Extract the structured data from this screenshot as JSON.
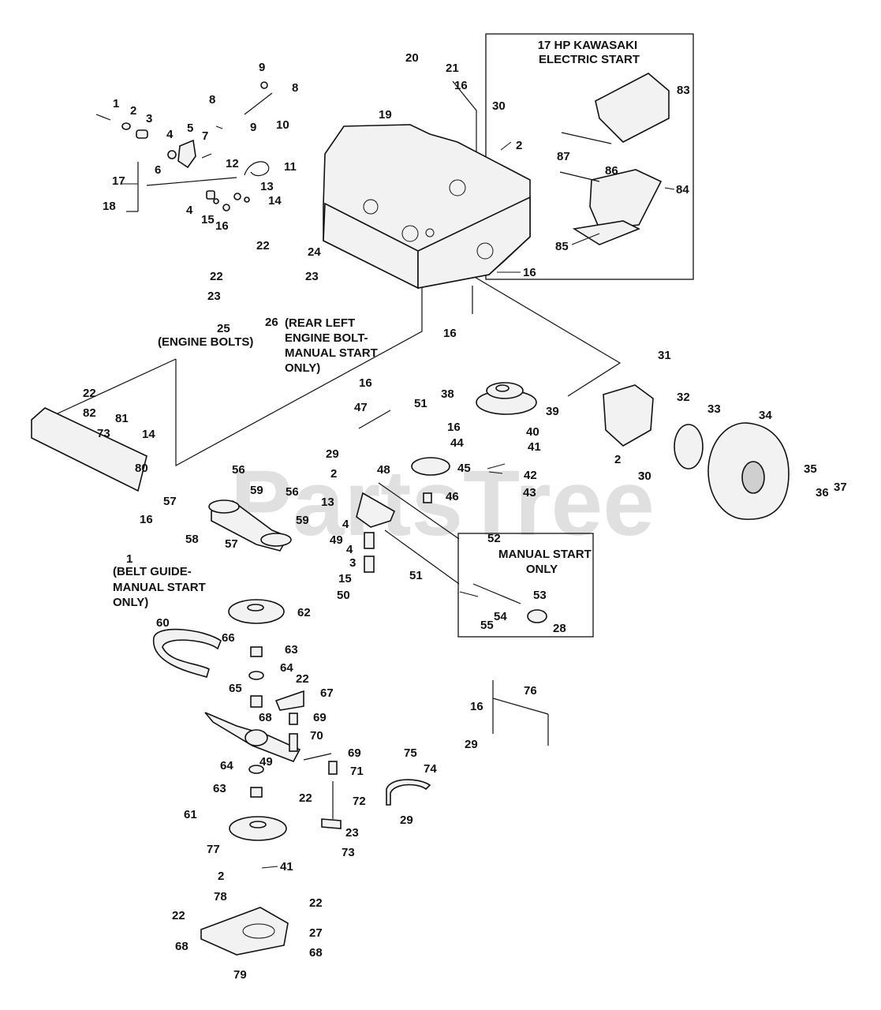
{
  "watermark": "PartsTree",
  "trademark": "™",
  "notes": {
    "kawasaki": [
      "17 HP KAWASAKI",
      "ELECTRIC START"
    ],
    "engine_bolts": "(ENGINE BOLTS)",
    "rear_left": [
      "(REAR LEFT",
      "ENGINE BOLT-",
      "MANUAL START",
      "ONLY)"
    ],
    "belt_guide": [
      "(BELT GUIDE-",
      "MANUAL START",
      "ONLY)"
    ],
    "manual_start": [
      "MANUAL START",
      "ONLY"
    ]
  },
  "callouts": [
    {
      "id": "c1",
      "label": "1"
    },
    {
      "id": "c2",
      "label": "2"
    },
    {
      "id": "c3",
      "label": "3"
    },
    {
      "id": "c4",
      "label": "4"
    },
    {
      "id": "c5",
      "label": "5"
    },
    {
      "id": "c6",
      "label": "6"
    },
    {
      "id": "c7",
      "label": "7"
    },
    {
      "id": "c8a",
      "label": "8"
    },
    {
      "id": "c8b",
      "label": "8"
    },
    {
      "id": "c9a",
      "label": "9"
    },
    {
      "id": "c9b",
      "label": "9"
    },
    {
      "id": "c10",
      "label": "10"
    },
    {
      "id": "c11",
      "label": "11"
    },
    {
      "id": "c12",
      "label": "12"
    },
    {
      "id": "c13",
      "label": "13"
    },
    {
      "id": "c14",
      "label": "14"
    },
    {
      "id": "c15",
      "label": "15"
    },
    {
      "id": "c16a",
      "label": "16"
    },
    {
      "id": "c17",
      "label": "17"
    },
    {
      "id": "c18",
      "label": "18"
    },
    {
      "id": "c4b",
      "label": "4"
    },
    {
      "id": "c19",
      "label": "19"
    },
    {
      "id": "c20",
      "label": "20"
    },
    {
      "id": "c21",
      "label": "21"
    },
    {
      "id": "c16b",
      "label": "16"
    },
    {
      "id": "c30a",
      "label": "30"
    },
    {
      "id": "c2b",
      "label": "2"
    },
    {
      "id": "c83",
      "label": "83"
    },
    {
      "id": "c87",
      "label": "87"
    },
    {
      "id": "c86",
      "label": "86"
    },
    {
      "id": "c84",
      "label": "84"
    },
    {
      "id": "c85",
      "label": "85"
    },
    {
      "id": "c16c",
      "label": "16"
    },
    {
      "id": "c22a",
      "label": "22"
    },
    {
      "id": "c24",
      "label": "24"
    },
    {
      "id": "c22b",
      "label": "22"
    },
    {
      "id": "c23a",
      "label": "23"
    },
    {
      "id": "c23b",
      "label": "23"
    },
    {
      "id": "c25",
      "label": "25"
    },
    {
      "id": "c26",
      "label": "26"
    },
    {
      "id": "c16d",
      "label": "16"
    },
    {
      "id": "c22c",
      "label": "22"
    },
    {
      "id": "c82",
      "label": "82"
    },
    {
      "id": "c81",
      "label": "81"
    },
    {
      "id": "c73a",
      "label": "73"
    },
    {
      "id": "c14b",
      "label": "14"
    },
    {
      "id": "c80",
      "label": "80"
    },
    {
      "id": "c16e",
      "label": "16"
    },
    {
      "id": "c47",
      "label": "47"
    },
    {
      "id": "c51a",
      "label": "51"
    },
    {
      "id": "c38",
      "label": "38"
    },
    {
      "id": "c39",
      "label": "39"
    },
    {
      "id": "c16f",
      "label": "16"
    },
    {
      "id": "c44",
      "label": "44"
    },
    {
      "id": "c40",
      "label": "40"
    },
    {
      "id": "c41a",
      "label": "41"
    },
    {
      "id": "c45",
      "label": "45"
    },
    {
      "id": "c42",
      "label": "42"
    },
    {
      "id": "c43",
      "label": "43"
    },
    {
      "id": "c46",
      "label": "46"
    },
    {
      "id": "c31",
      "label": "31"
    },
    {
      "id": "c32",
      "label": "32"
    },
    {
      "id": "c33",
      "label": "33"
    },
    {
      "id": "c34",
      "label": "34"
    },
    {
      "id": "c2c",
      "label": "2"
    },
    {
      "id": "c30b",
      "label": "30"
    },
    {
      "id": "c35",
      "label": "35"
    },
    {
      "id": "c36",
      "label": "36"
    },
    {
      "id": "c37",
      "label": "37"
    },
    {
      "id": "c29a",
      "label": "29"
    },
    {
      "id": "c2d",
      "label": "2"
    },
    {
      "id": "c48",
      "label": "48"
    },
    {
      "id": "c13b",
      "label": "13"
    },
    {
      "id": "c4c",
      "label": "4"
    },
    {
      "id": "c49a",
      "label": "49"
    },
    {
      "id": "c4d",
      "label": "4"
    },
    {
      "id": "c3b",
      "label": "3"
    },
    {
      "id": "c15b",
      "label": "15"
    },
    {
      "id": "c50",
      "label": "50"
    },
    {
      "id": "c51b",
      "label": "51"
    },
    {
      "id": "c52",
      "label": "52"
    },
    {
      "id": "c53",
      "label": "53"
    },
    {
      "id": "c54",
      "label": "54"
    },
    {
      "id": "c55",
      "label": "55"
    },
    {
      "id": "c28",
      "label": "28"
    },
    {
      "id": "c56a",
      "label": "56"
    },
    {
      "id": "c56b",
      "label": "56"
    },
    {
      "id": "c57a",
      "label": "57"
    },
    {
      "id": "c59a",
      "label": "59"
    },
    {
      "id": "c59b",
      "label": "59"
    },
    {
      "id": "c58",
      "label": "58"
    },
    {
      "id": "c57b",
      "label": "57"
    },
    {
      "id": "c16g",
      "label": "16"
    },
    {
      "id": "c1b",
      "label": "1"
    },
    {
      "id": "c62",
      "label": "62"
    },
    {
      "id": "c60",
      "label": "60"
    },
    {
      "id": "c66",
      "label": "66"
    },
    {
      "id": "c63a",
      "label": "63"
    },
    {
      "id": "c64a",
      "label": "64"
    },
    {
      "id": "c22d",
      "label": "22"
    },
    {
      "id": "c65",
      "label": "65"
    },
    {
      "id": "c67",
      "label": "67"
    },
    {
      "id": "c68a",
      "label": "68"
    },
    {
      "id": "c69a",
      "label": "69"
    },
    {
      "id": "c70",
      "label": "70"
    },
    {
      "id": "c49b",
      "label": "49"
    },
    {
      "id": "c69b",
      "label": "69"
    },
    {
      "id": "c71",
      "label": "71"
    },
    {
      "id": "c64b",
      "label": "64"
    },
    {
      "id": "c63b",
      "label": "63"
    },
    {
      "id": "c22e",
      "label": "22"
    },
    {
      "id": "c72",
      "label": "72"
    },
    {
      "id": "c61",
      "label": "61"
    },
    {
      "id": "c77",
      "label": "77"
    },
    {
      "id": "c23c",
      "label": "23"
    },
    {
      "id": "c73b",
      "label": "73"
    },
    {
      "id": "c2e",
      "label": "2"
    },
    {
      "id": "c41b",
      "label": "41"
    },
    {
      "id": "c78",
      "label": "78"
    },
    {
      "id": "c75",
      "label": "75"
    },
    {
      "id": "c74",
      "label": "74"
    },
    {
      "id": "c29b",
      "label": "29"
    },
    {
      "id": "c76",
      "label": "76"
    },
    {
      "id": "c16h",
      "label": "16"
    },
    {
      "id": "c29c",
      "label": "29"
    },
    {
      "id": "c22f",
      "label": "22"
    },
    {
      "id": "c22g",
      "label": "22"
    },
    {
      "id": "c27",
      "label": "27"
    },
    {
      "id": "c68b",
      "label": "68"
    },
    {
      "id": "c68c",
      "label": "68"
    },
    {
      "id": "c79",
      "label": "79"
    }
  ]
}
